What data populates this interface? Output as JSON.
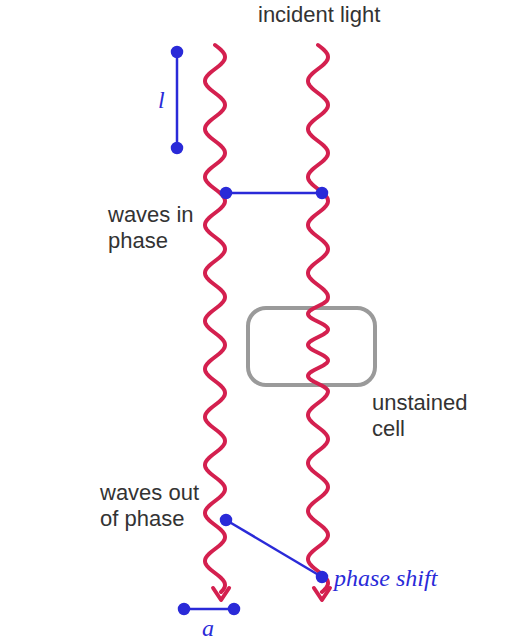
{
  "diagram": {
    "labels": [
      "incident light",
      "l",
      "waves in phase",
      "unstained cell",
      "waves out of phase",
      "phase shift",
      "a"
    ]
  }
}
